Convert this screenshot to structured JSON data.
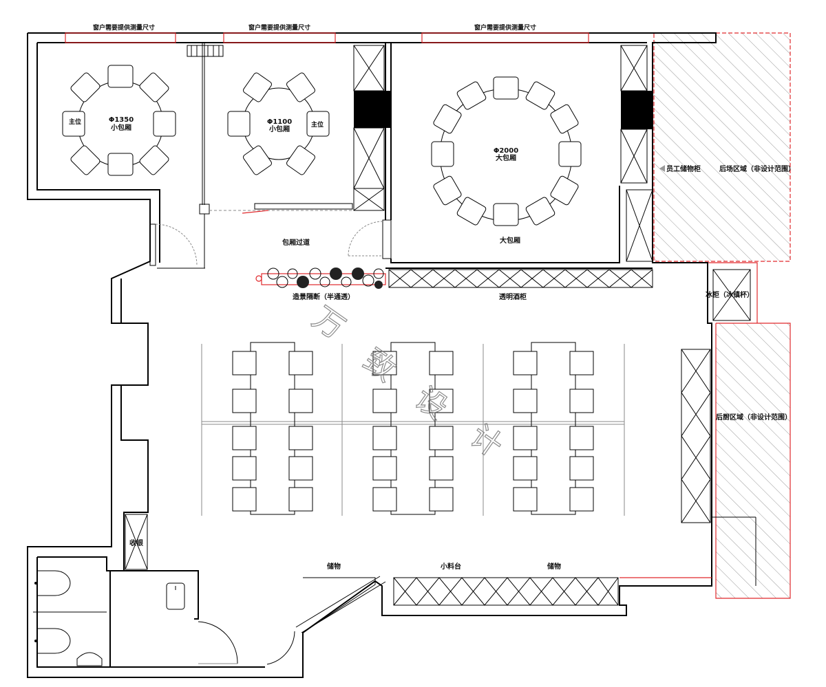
{
  "labels": {
    "window_note_1": "窗户需要提供测量尺寸",
    "window_note_2": "窗户需要提供测量尺寸",
    "window_note_3": "窗户需要提供测量尺寸",
    "host_seat_left": "主位",
    "room1_size": "Φ1350",
    "room1_name": "小包厢",
    "room2_size": "Φ1100",
    "room2_name": "小包厢",
    "host_seat_right": "主位",
    "room3_size": "Φ2000",
    "room3_name": "大包厢",
    "room3_label": "大包厢",
    "staff_locker": "员工储物柜",
    "back_area": "后场区域（非设计范围）",
    "corridor": "包厢过道",
    "partition": "造景隔断（半通透）",
    "wine_cabinet": "透明酒柜",
    "fridge": "冰柜（冰镇杯）",
    "kitchen": "后厨区域（非设计范围）",
    "cashier": "收银",
    "storage_left": "储物",
    "condiment": "小料台",
    "storage_right": "储物",
    "watermark": [
      "万",
      "致",
      "设",
      "计"
    ]
  },
  "colors": {
    "wall": "#000000",
    "redline": "#e0282b",
    "hatch": "#9a9a9a",
    "watermark": "#777777"
  }
}
